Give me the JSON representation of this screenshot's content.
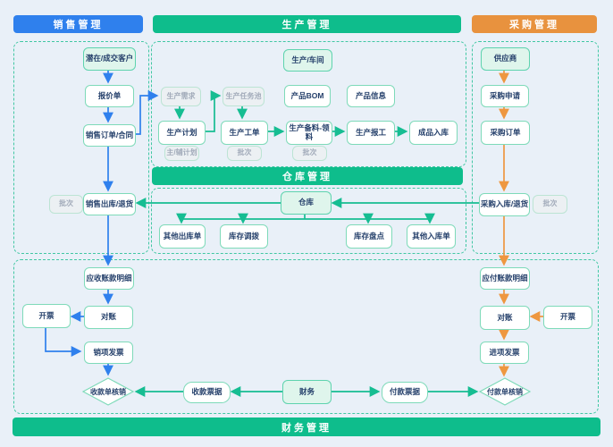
{
  "palette": {
    "background": "#E9F0F8",
    "sales_blue": "#2F80ED",
    "management_green": "#0EBD8C",
    "procurement_orange": "#E8923E",
    "flow_teal": "#16BD92",
    "node_border_green": "#7EDAB9",
    "node_text_navy": "#25406B",
    "muted_gray_text": "#A2ABBA"
  },
  "headers": {
    "sales": "销售管理",
    "production": "生产管理",
    "procurement": "采购管理",
    "warehouse": "仓库管理",
    "finance": "财务管理"
  },
  "sales": {
    "customer": "潜在/成交客户",
    "quote": "报价单",
    "order": "销售订单/合同",
    "batch": "批次",
    "outbound": "销售出库/退货",
    "receivable": "应收账款明细",
    "reconcile": "对账",
    "invoice": "开票",
    "output_invoice": "销项发票",
    "receipt_writeoff": "收款单核销"
  },
  "production": {
    "workshop": "生产/车间",
    "demand": "生产需求",
    "task_pool": "生产任务池",
    "bom": "产品BOM",
    "product_info": "产品信息",
    "plan": "生产计划",
    "main_aux_plan": "主/辅计划",
    "work_order": "生产工单",
    "work_order_batch": "批次",
    "material": "生产备料-领料",
    "material_batch": "批次",
    "reporting": "生产报工",
    "finished_inbound": "成品入库"
  },
  "warehouse": {
    "hub": "仓库",
    "other_outbound": "其他出库单",
    "transfer": "库存调拨",
    "stocktake": "库存盘点",
    "other_inbound": "其他入库单"
  },
  "procurement": {
    "supplier": "供应商",
    "request": "采购申请",
    "order": "采购订单",
    "inbound": "采购入库/退货",
    "batch": "批次",
    "payable": "应付账款明细",
    "reconcile": "对账",
    "invoice": "开票",
    "input_invoice": "进项发票",
    "payment_writeoff": "付款单核销"
  },
  "finance": {
    "receipt_bill": "收款票据",
    "hub": "财务",
    "payment_bill": "付款票据"
  }
}
